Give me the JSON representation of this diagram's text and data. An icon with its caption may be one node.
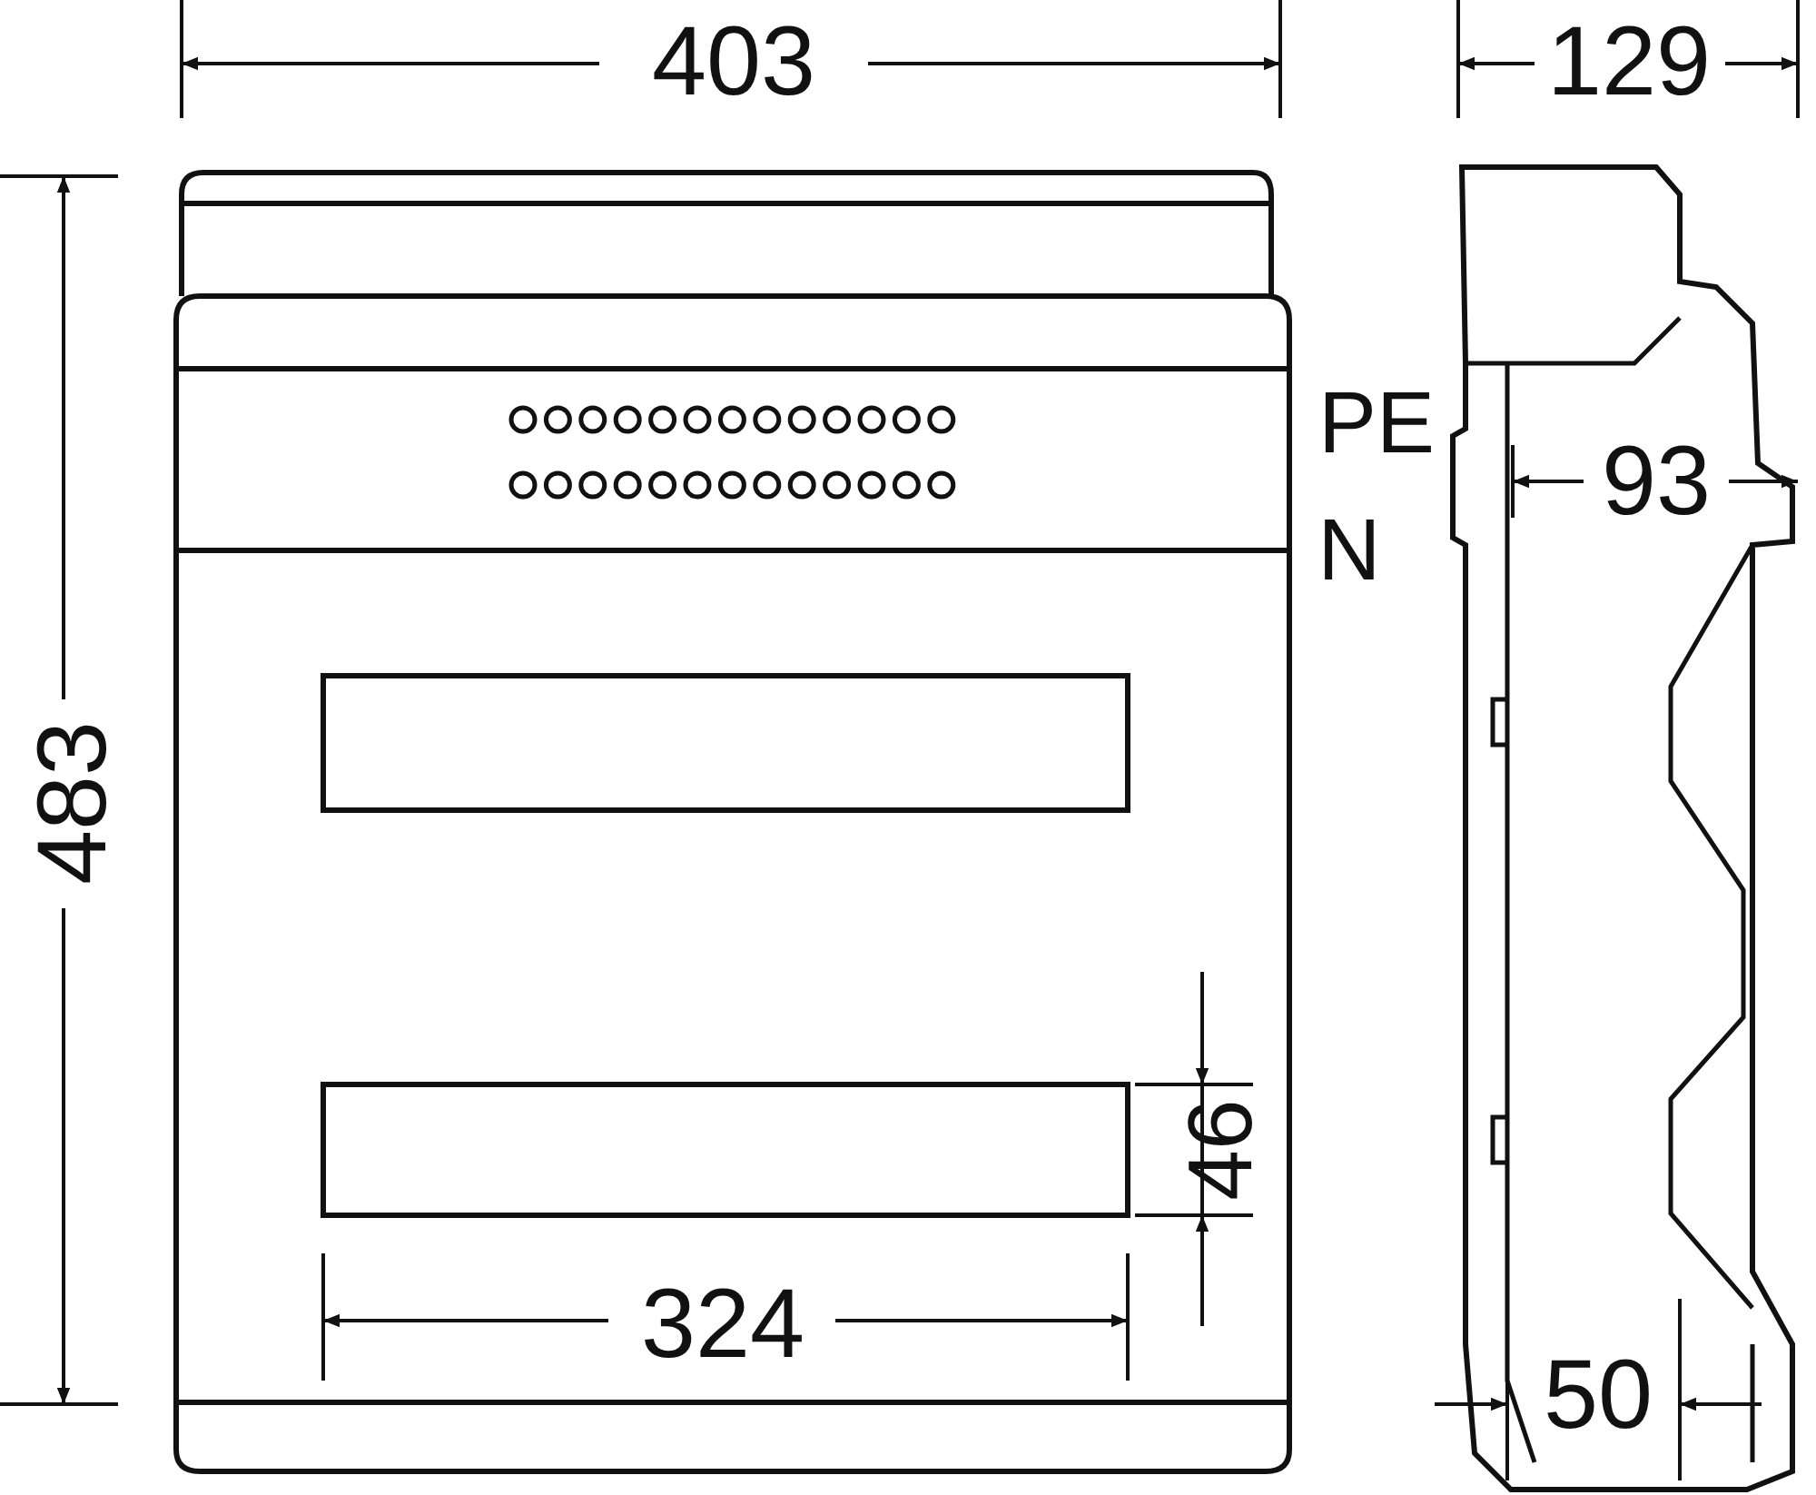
{
  "diagram": {
    "labels": [
      "403",
      "129",
      "PE",
      "N",
      "93",
      "483",
      "46",
      "324",
      "50"
    ]
  }
}
